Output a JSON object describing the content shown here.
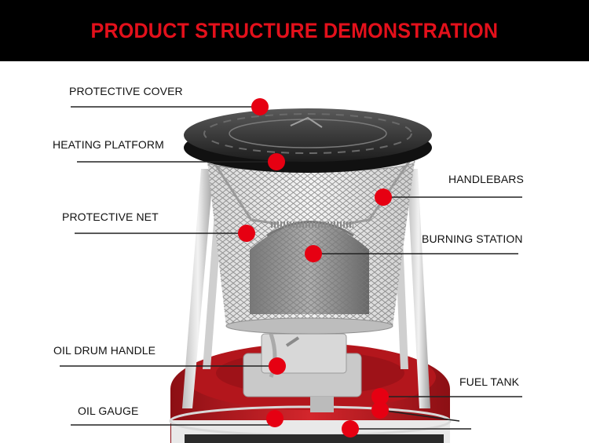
{
  "header": {
    "title": "PRODUCT STRUCTURE DEMONSTRATION"
  },
  "labels": {
    "protective_cover": "PROTECTIVE COVER",
    "heating_platform": "HEATING PLATFORM",
    "handlebars": "HANDLEBARS",
    "protective_net": "PROTECTIVE NET",
    "burning_station": "BURNING STATION",
    "oil_drum_handle": "OIL DRUM HANDLE",
    "fuel_tank": "FUEL TANK",
    "oil_gauge": "OIL GAUGE"
  },
  "colors": {
    "banner_bg": "#000000",
    "banner_text": "#e3101b",
    "marker": "#e60012",
    "leader_line": "#222222",
    "tank_red": "#c8161d"
  }
}
